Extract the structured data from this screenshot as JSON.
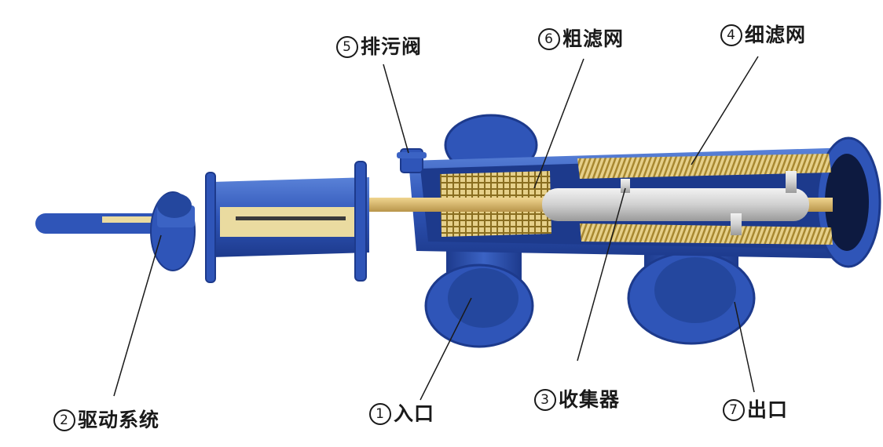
{
  "diagram": {
    "type": "cutaway-illustration",
    "subject": "automatic self-cleaning filter",
    "colors": {
      "body": "#2f55b8",
      "body_dark": "#1d3a8c",
      "body_light": "#5a82d8",
      "screen": "#c9a94a",
      "collector": "#d8d8d8",
      "shaft": "#d9b870",
      "leader_line": "#1a1a1a"
    },
    "labels": [
      {
        "id": "inlet",
        "number": "①",
        "text": "入口"
      },
      {
        "id": "drive-system",
        "number": "②",
        "text": "驱动系统"
      },
      {
        "id": "collector",
        "number": "③",
        "text": "收集器"
      },
      {
        "id": "fine-screen",
        "number": "④",
        "text": "细滤网"
      },
      {
        "id": "drain-valve",
        "number": "⑤",
        "text": "排污阀"
      },
      {
        "id": "coarse-screen",
        "number": "⑥",
        "text": "粗滤网"
      },
      {
        "id": "outlet",
        "number": "⑦",
        "text": "出口"
      }
    ]
  }
}
